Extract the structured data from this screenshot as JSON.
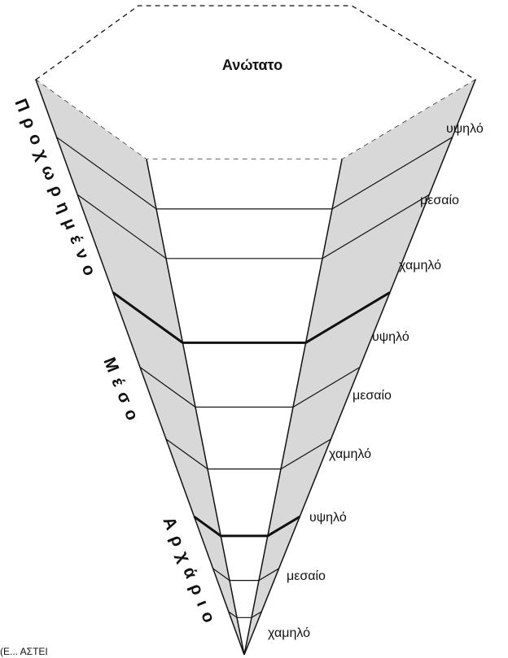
{
  "diagram": {
    "top_label": "Ανώτατο",
    "levels": [
      {
        "name": "Προχωρημένο",
        "sublevels": [
          "υψηλό",
          "μεσαίο",
          "χαμηλό"
        ]
      },
      {
        "name": "Μέσο",
        "sublevels": [
          "υψηλό",
          "μεσαίο",
          "χαμηλό"
        ]
      },
      {
        "name": "Αρχάριο",
        "sublevels": [
          "υψηλό",
          "μεσαίο",
          "χαμηλό"
        ]
      }
    ],
    "footer_text": "(Ε... ΑΣΤΕΙ"
  },
  "colors": {
    "stroke": "#111111",
    "side_fill": "#d8d8d8",
    "front_fill": "#ffffff"
  }
}
